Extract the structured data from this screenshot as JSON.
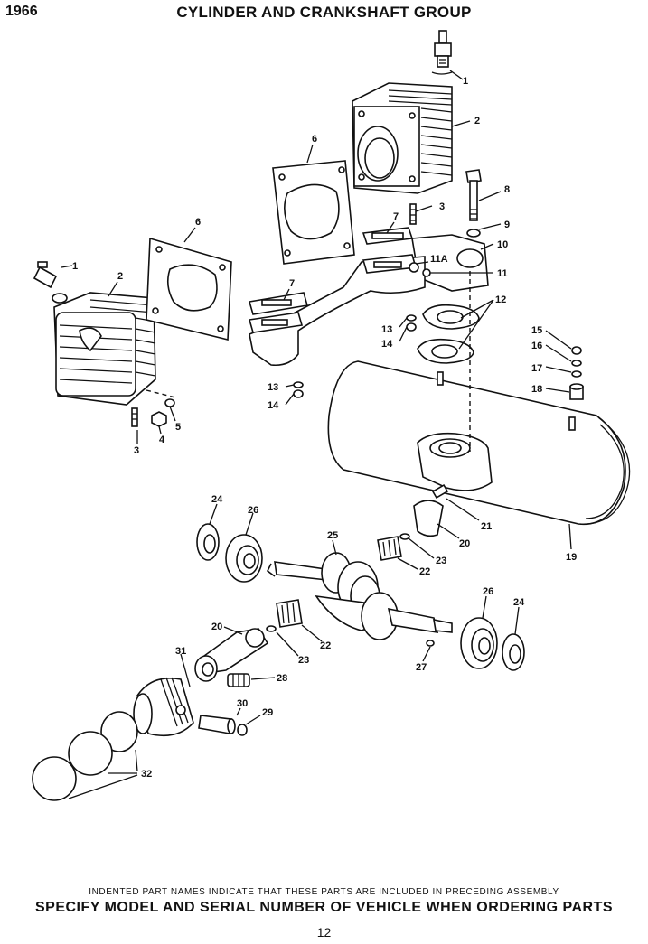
{
  "header": {
    "year": "1966",
    "title": "CYLINDER AND CRANKSHAFT GROUP"
  },
  "callouts": [
    {
      "key": "c1a",
      "text": "1"
    },
    {
      "key": "c2a",
      "text": "2"
    },
    {
      "key": "c6a",
      "text": "6"
    },
    {
      "key": "c3a",
      "text": "3"
    },
    {
      "key": "c7a",
      "text": "7"
    },
    {
      "key": "c8",
      "text": "8"
    },
    {
      "key": "c9",
      "text": "9"
    },
    {
      "key": "c10",
      "text": "10"
    },
    {
      "key": "c11a",
      "text": "11A"
    },
    {
      "key": "c11",
      "text": "11"
    },
    {
      "key": "c12",
      "text": "12"
    },
    {
      "key": "c1b",
      "text": "1"
    },
    {
      "key": "c2b",
      "text": "2"
    },
    {
      "key": "c6b",
      "text": "6"
    },
    {
      "key": "c7b",
      "text": "7"
    },
    {
      "key": "c13a",
      "text": "13"
    },
    {
      "key": "c14a",
      "text": "14"
    },
    {
      "key": "c15",
      "text": "15"
    },
    {
      "key": "c16",
      "text": "16"
    },
    {
      "key": "c17",
      "text": "17"
    },
    {
      "key": "c18",
      "text": "18"
    },
    {
      "key": "c13b",
      "text": "13"
    },
    {
      "key": "c14b",
      "text": "14"
    },
    {
      "key": "c3b",
      "text": "3"
    },
    {
      "key": "c4",
      "text": "4"
    },
    {
      "key": "c5",
      "text": "5"
    },
    {
      "key": "c24a",
      "text": "24"
    },
    {
      "key": "c26a",
      "text": "26"
    },
    {
      "key": "c21",
      "text": "21"
    },
    {
      "key": "c20a",
      "text": "20"
    },
    {
      "key": "c25",
      "text": "25"
    },
    {
      "key": "c23a",
      "text": "23"
    },
    {
      "key": "c22a",
      "text": "22"
    },
    {
      "key": "c19",
      "text": "19"
    },
    {
      "key": "c26b",
      "text": "26"
    },
    {
      "key": "c24b",
      "text": "24"
    },
    {
      "key": "c20b",
      "text": "20"
    },
    {
      "key": "c31",
      "text": "31"
    },
    {
      "key": "c22b",
      "text": "22"
    },
    {
      "key": "c23b",
      "text": "23"
    },
    {
      "key": "c27",
      "text": "27"
    },
    {
      "key": "c28",
      "text": "28"
    },
    {
      "key": "c30",
      "text": "30"
    },
    {
      "key": "c29",
      "text": "29"
    },
    {
      "key": "c32",
      "text": "32"
    }
  ],
  "footer": {
    "note": "INDENTED PART NAMES INDICATE THAT THESE PARTS ARE INCLUDED IN PRECEDING ASSEMBLY",
    "order": "SPECIFY MODEL AND SERIAL NUMBER OF  VEHICLE  WHEN ORDERING PARTS",
    "page": "12"
  }
}
